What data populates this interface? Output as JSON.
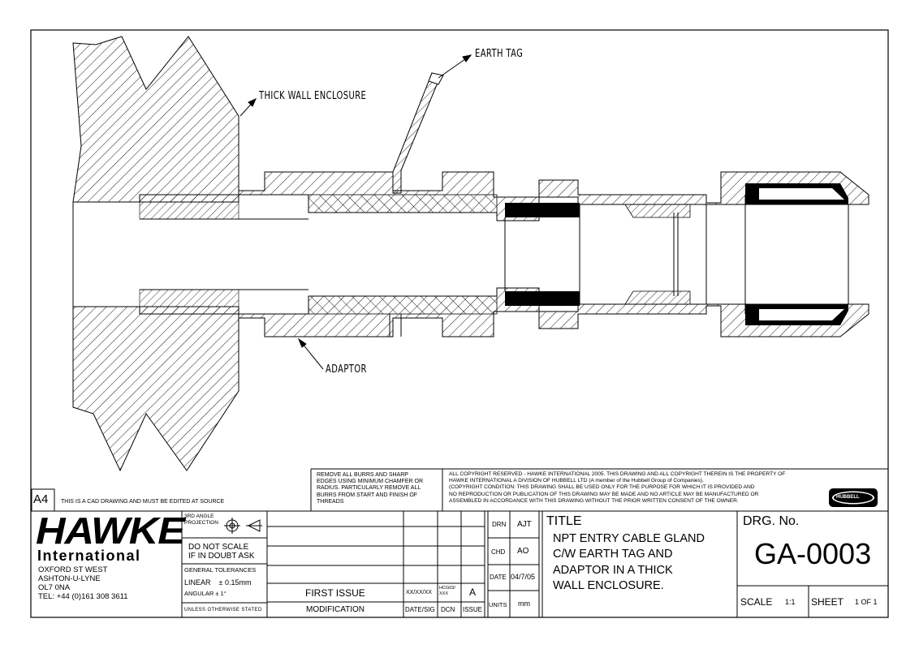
{
  "drawing": {
    "callouts": {
      "earth_tag": "EARTH TAG",
      "thick_wall": "THICK WALL ENCLOSURE",
      "adaptor": "ADAPTOR"
    }
  },
  "notes": {
    "sheet_size": "A4",
    "cad_note": "THIS IS A CAD DRAWING AND MUST BE EDITED AT SOURCE",
    "burrs": [
      "REMOVE ALL BURRS AND SHARP",
      "EDGES USING MINIMUM CHAMFER OR",
      "RADIUS. PARTICULARLY REMOVE ALL",
      "BURRS FROM START AND FINISH OF",
      "THREADS"
    ],
    "copyright": [
      "ALL COPYRIGHT RESERVED - HAWKE INTERNATIONAL 2005.  THIS DRAWING AND ALL COPYRIGHT THEREIN IS THE PROPERTY OF",
      "HAWKE INTERNATIONAL A DIVISION OF HUBBELL LTD (A member of the Hubbell Group of Companies).",
      "(COPYRIGHT CONDITION: THIS DRAWING SHALL BE USED ONLY FOR THE PURPOSE FOR WHICH IT IS PROVIDED AND",
      "NO REPRODUCTION OR PUBLICATION OF THIS DRAWING MAY BE MADE AND NO ARTICLE MAY BE MANUFACTURED OR",
      "ASSEMBLED IN ACCORDANCE WITH THIS DRAWING WITHOUT THE PRIOR WRITTEN CONSENT OF THE OWNER."
    ],
    "hubbell_logo": "HUBBELL"
  },
  "company": {
    "logo_main": "HAWKE",
    "logo_sub": "International",
    "address": [
      "OXFORD ST WEST",
      "ASHTON-U-LYNE",
      "OL7 0NA",
      "TEL: +44 (0)161 308 3611"
    ]
  },
  "projection": {
    "label": [
      "3RD ANGLE",
      "PROJECTION"
    ],
    "scale_note": [
      "DO  NOT  SCALE",
      "IF IN DOUBT ASK"
    ],
    "tolerances_title": "GENERAL TOLERANCES",
    "linear": "LINEAR    ± 0.15mm",
    "angular": "ANGULAR ± 1°",
    "unless": "UNLESS OTHERWISE STATED"
  },
  "revisions": {
    "row": {
      "modification": "FIRST ISSUE",
      "date": "XX/XX/XX",
      "dcn": [
        "HCG03/",
        "XXX"
      ],
      "issue": "A"
    },
    "headers": {
      "modification": "MODIFICATION",
      "date": "DATE/SIG",
      "dcn": "DCN",
      "issue": "ISSUE"
    }
  },
  "signoff": {
    "drn_label": "DRN",
    "drn_value": "AJT",
    "chd_label": "CHD",
    "chd_value": "AO",
    "date_label": "DATE",
    "date_value": "04/7/05",
    "units_label": "UNITS",
    "units_value": "mm"
  },
  "title_block": {
    "title_label": "TITLE",
    "title_lines": [
      "NPT ENTRY CABLE GLAND",
      "C/W EARTH TAG AND",
      "ADAPTOR IN A THICK",
      "WALL ENCLOSURE."
    ],
    "drg_label": "DRG. No.",
    "drg_number": "GA-0003",
    "scale_label": "SCALE",
    "scale_value": "1:1",
    "sheet_label": "SHEET",
    "sheet_value": "1 OF 1"
  }
}
